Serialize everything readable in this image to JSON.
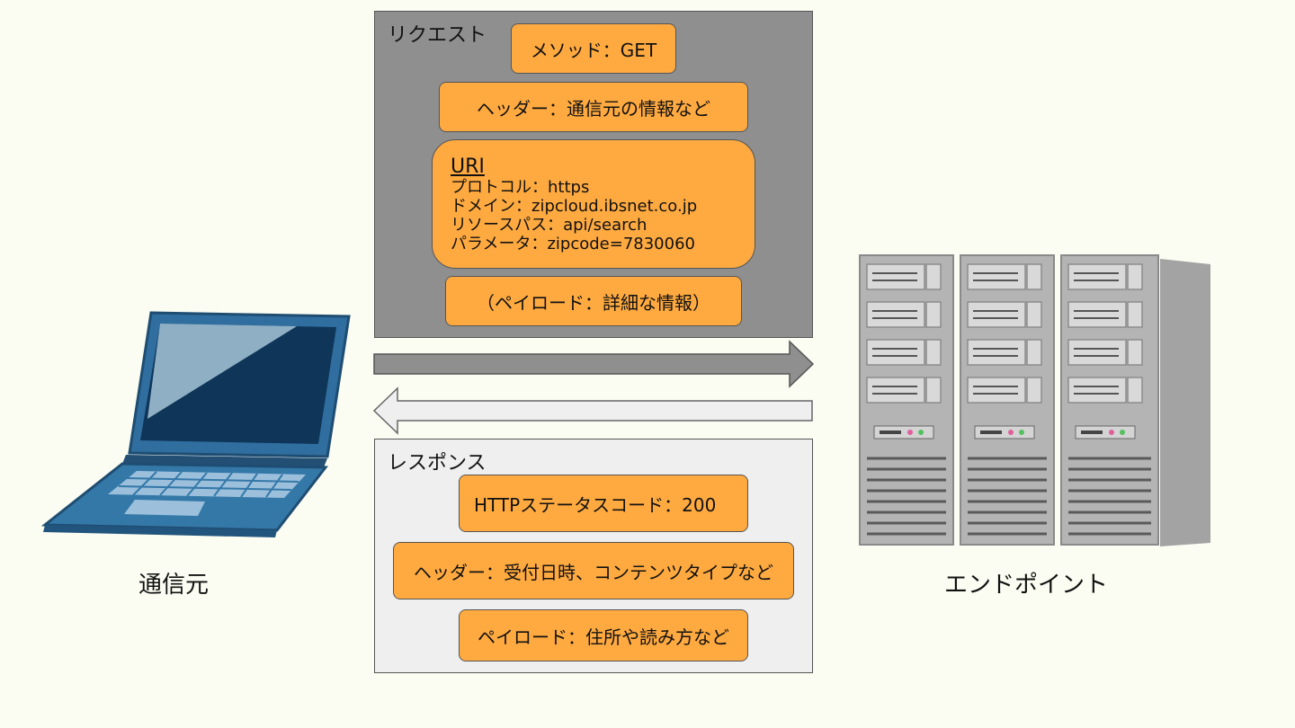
{
  "request": {
    "title": "リクエスト",
    "method": "メソッド：GET",
    "header": "ヘッダー：通信元の情報など",
    "uri": {
      "title": "URI",
      "lines": [
        "プロトコル：https",
        "ドメイン：zipcloud.ibsnet.co.jp",
        "リソースパス：api/search",
        "パラメータ：zipcode=7830060"
      ]
    },
    "payload": "（ペイロード：詳細な情報）"
  },
  "response": {
    "title": "レスポンス",
    "status": "HTTPステータスコード：200",
    "header": "ヘッダー：受付日時、コンテンツタイプなど",
    "payload": "ペイロード：住所や読み方など"
  },
  "client": {
    "label": "通信元"
  },
  "server": {
    "label": "エンドポイント"
  },
  "colors": {
    "background": "#fbfdf2",
    "request_panel": "#8f8f8f",
    "response_panel": "#efefef",
    "box": "#ffaa40",
    "laptop": "#2e6f9e",
    "server": "#a9a9a9"
  }
}
